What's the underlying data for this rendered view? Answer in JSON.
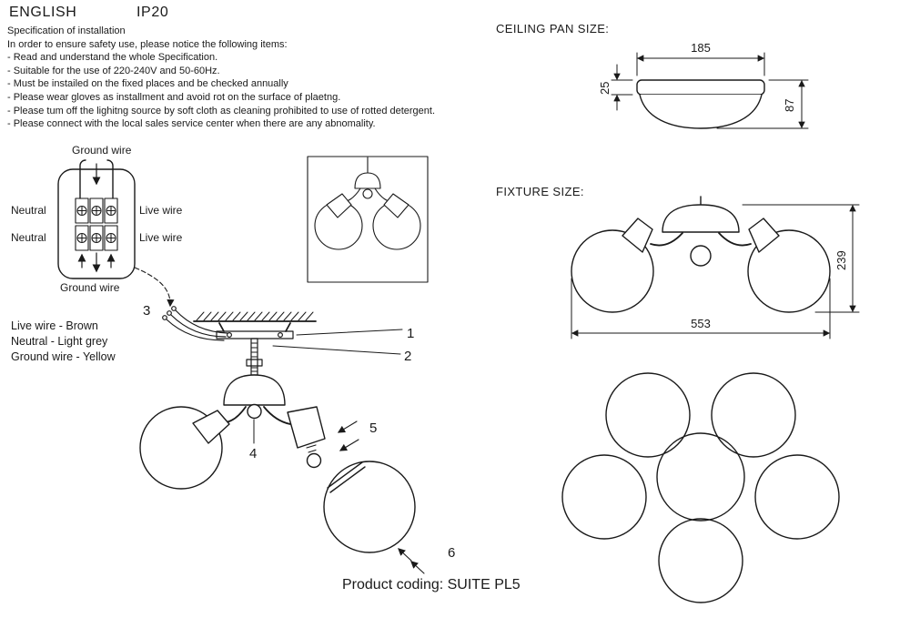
{
  "colors": {
    "ink": "#1a1a1a",
    "background": "#ffffff"
  },
  "header": {
    "language": "ENGLISH",
    "ip_rating": "IP20"
  },
  "spec": {
    "title": "Specification of installation",
    "intro": "In order to ensure safety use, please notice the following items:",
    "items": [
      "- Read and understand the whole Specification.",
      "- Suitable for the use of 220-240V and 50-60Hz.",
      "- Must be instailed on the fixed places and be checked annually",
      "- Please wear gloves as installment and avoid rot on the surface of plaetng.",
      "- Please tum off the lighitng source by soft cloth as cleaning prohibited to use of rotted detergent.",
      "- Please connect with the local sales service center when there are any abnomality."
    ]
  },
  "wiring": {
    "ground_wire_top": "Ground wire",
    "neutral_top": "Neutral",
    "live_wire_top": "Live wire",
    "neutral_bottom": "Neutral",
    "live_wire_bottom": "Live wire",
    "ground_wire_bottom": "Ground wire",
    "legend": [
      "Live wire - Brown",
      "Neutral - Light grey",
      "Ground wire - Yellow"
    ]
  },
  "callouts": {
    "c1": "1",
    "c2": "2",
    "c3": "3",
    "c4": "4",
    "c5": "5",
    "c6": "6"
  },
  "ceiling_pan": {
    "title": "CEILING PAN SIZE:",
    "width": "185",
    "rim_height": "25",
    "total_height": "87"
  },
  "fixture": {
    "title": "FIXTURE SIZE:",
    "width": "553",
    "height": "239"
  },
  "footer": {
    "product_coding": "Product coding: SUITE PL5"
  }
}
